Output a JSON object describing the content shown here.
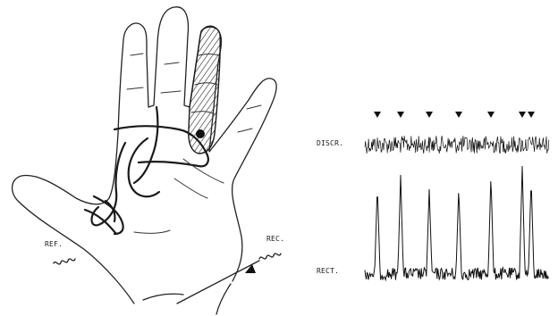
{
  "labels": {
    "reference_electrode": "REF.",
    "recording_electrode": "REC.",
    "discriminated_trace": "DISCR.",
    "rectified_trace": "RECT."
  },
  "figure": {
    "ink_color": "#222222",
    "background_color": "#ffffff",
    "marker_count": 7
  }
}
